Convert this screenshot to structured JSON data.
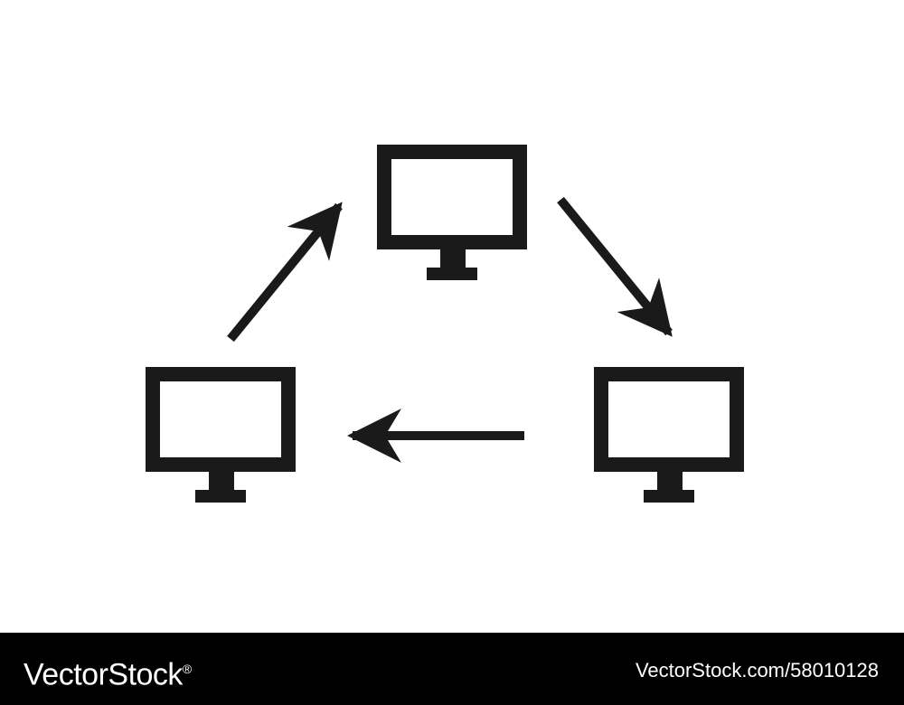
{
  "diagram": {
    "nodes": [
      {
        "name": "top-monitor",
        "icon": "monitor-icon"
      },
      {
        "name": "right-monitor",
        "icon": "monitor-icon"
      },
      {
        "name": "left-monitor",
        "icon": "monitor-icon"
      }
    ],
    "edges": [
      {
        "from": "top-monitor",
        "to": "right-monitor"
      },
      {
        "from": "right-monitor",
        "to": "left-monitor"
      },
      {
        "from": "left-monitor",
        "to": "top-monitor"
      }
    ],
    "stroke_color": "#1a1a1a"
  },
  "footer": {
    "brand": "VectorStock",
    "brand_mark": "®",
    "image_id": "VectorStock.com/58010128",
    "background": "#000000",
    "text_color": "#ffffff"
  }
}
